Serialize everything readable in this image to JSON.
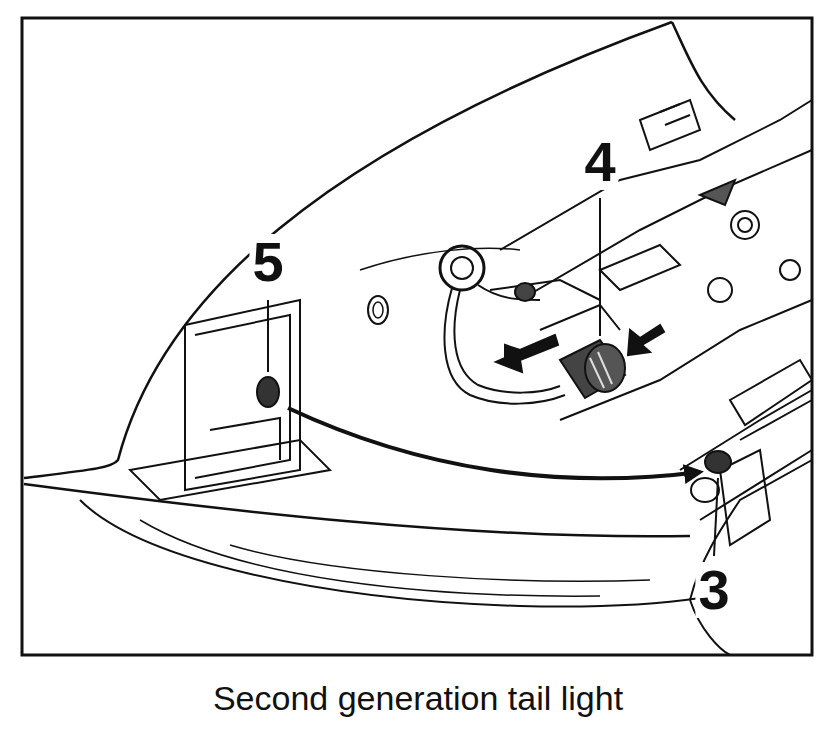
{
  "diagram": {
    "caption": "Second generation tail light",
    "labels": [
      "4",
      "5",
      "3"
    ]
  }
}
